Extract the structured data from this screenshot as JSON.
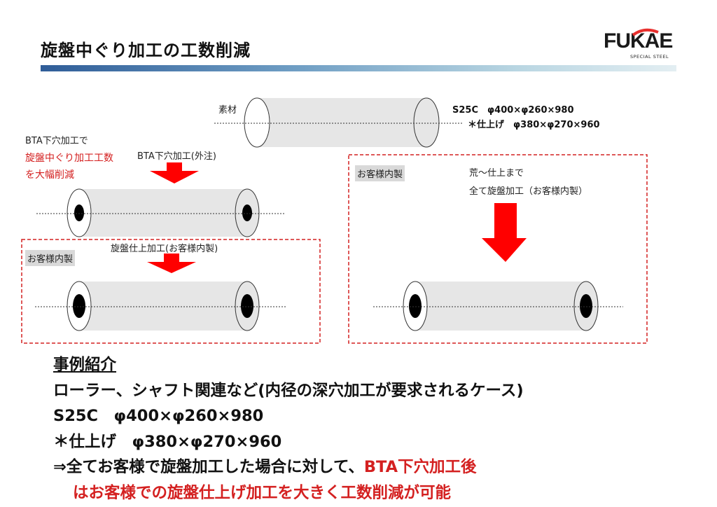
{
  "title": "旋盤中ぐり加工の工数削減",
  "logo": {
    "word": "FUKAE",
    "sub": "SPECIAL STEEL",
    "accent": "#e8302e"
  },
  "colors": {
    "red": "#d42020",
    "arrow_red": "#ff0000",
    "pipe_gray": "#e6e6e6",
    "box_gray": "#d9d9d9"
  },
  "diagram": {
    "material_label": "素材",
    "material_spec": "S25C　φ400×φ260×980",
    "finish_spec": "＊仕上げ　φ380×φ270×960",
    "left_note": [
      "BTA下穴加工で",
      "旋盤中ぐり加工工数",
      "を大幅削減"
    ],
    "bta_label": "BTA下穴加工(外注)",
    "customer_left": "お客様内製",
    "finish_label": "旋盤仕上加工(お客様内製)",
    "customer_right": "お客様内製",
    "right_note": [
      "荒～仕上まで",
      "全て旋盤加工（お客様内製）"
    ]
  },
  "summary": {
    "heading": "事例紹介",
    "line2": "ローラー、シャフト関連など(内径の深穴加工が要求されるケース)",
    "line3": "S25C　φ400×φ260×980",
    "line4": "＊仕上げ　φ380×φ270×960",
    "line5_black": "⇒全てお客様で旋盤加工した場合に対して、",
    "line5_red": "BTA下穴加工後",
    "line6_red": "はお客様での旋盤仕上げ加工を大きく工数削減が可能"
  }
}
